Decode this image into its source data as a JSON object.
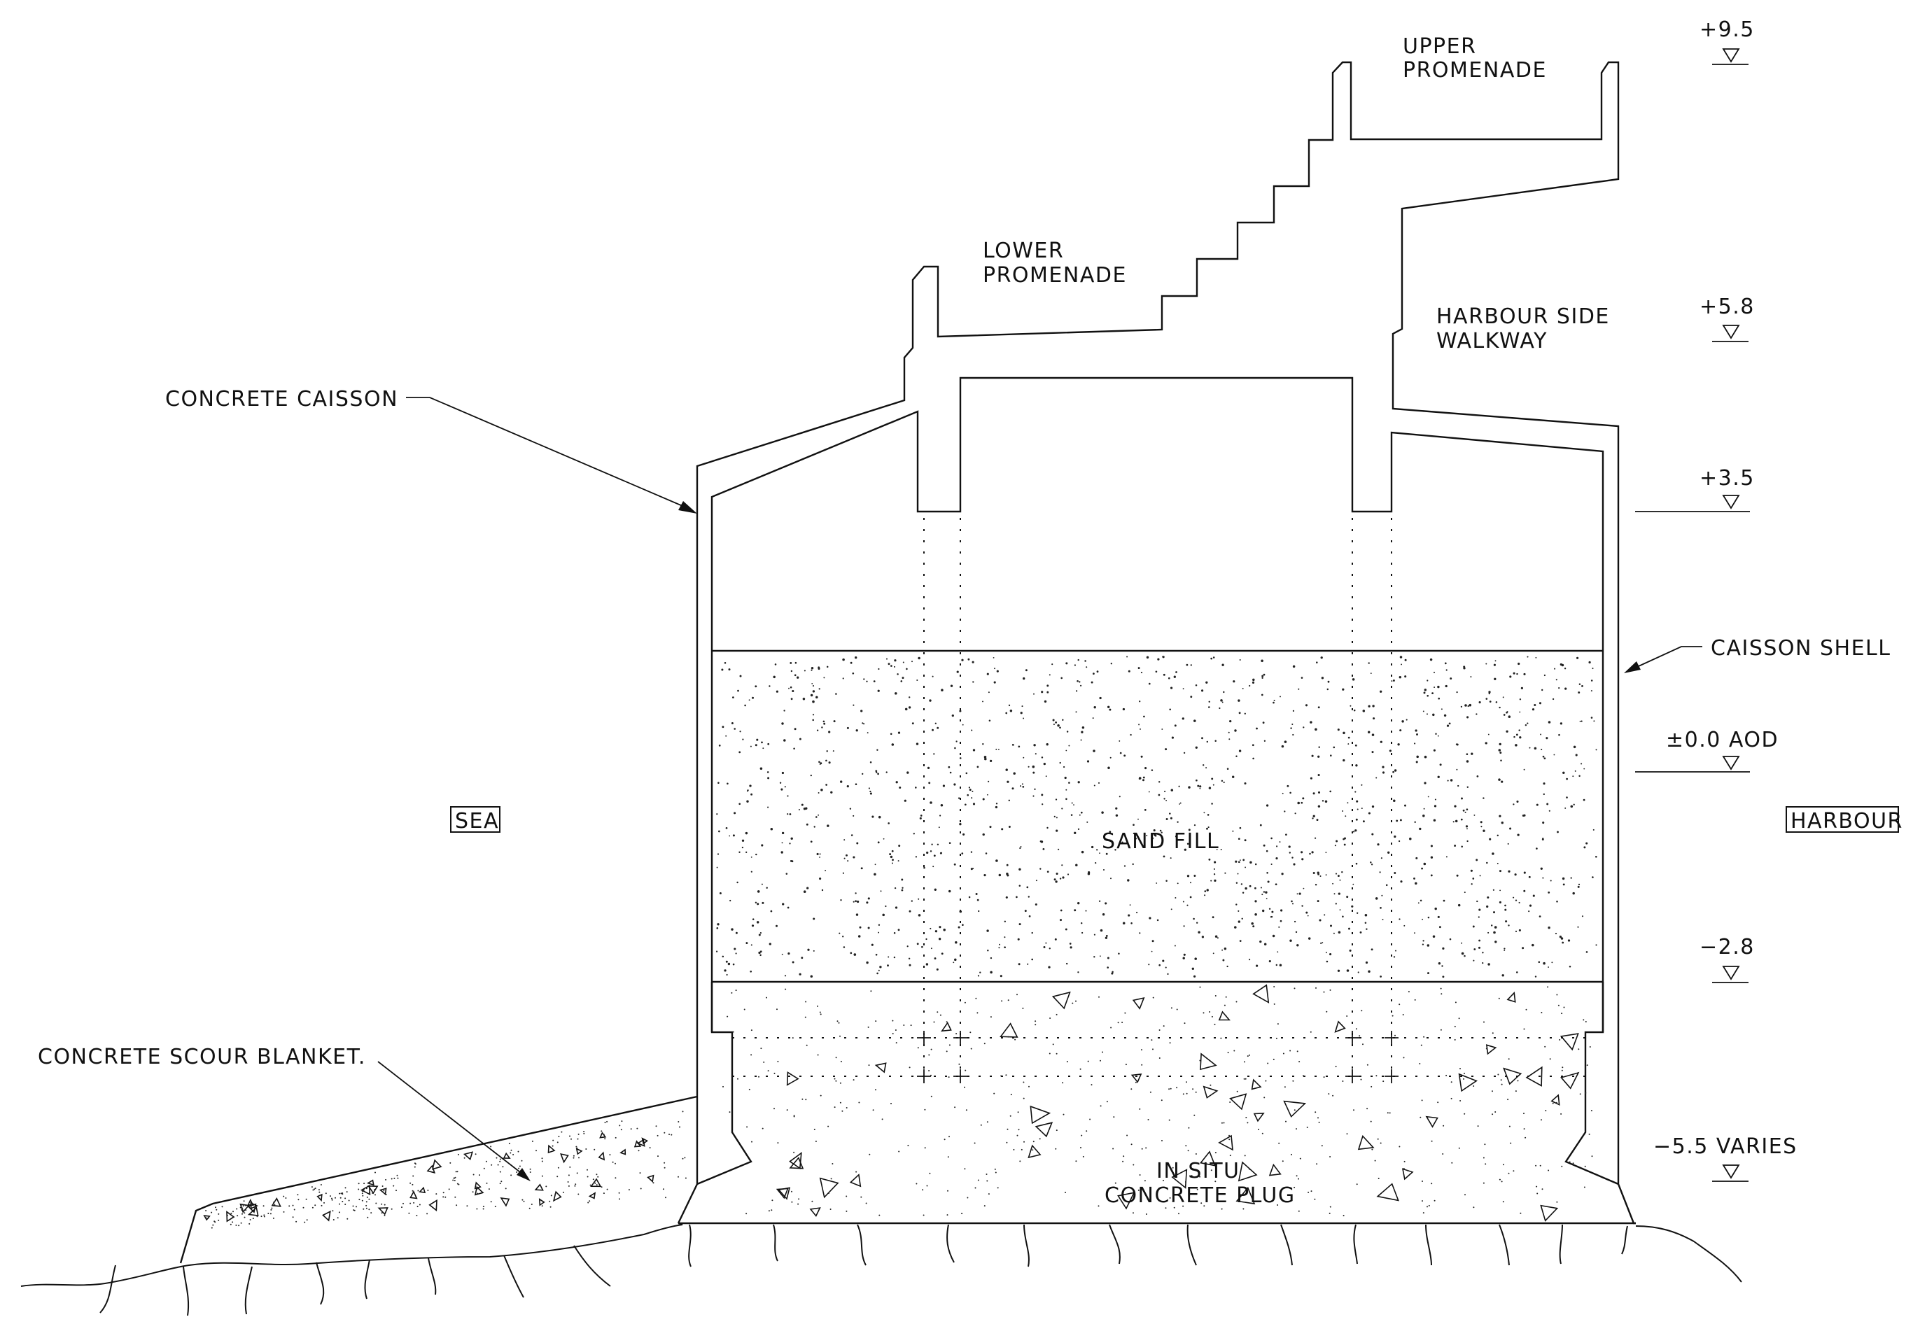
{
  "labels": {
    "upper_promenade_1": "UPPER",
    "upper_promenade_2": "PROMENADE",
    "lower_promenade_1": "LOWER",
    "lower_promenade_2": "PROMENADE",
    "harbour_walkway_1": "HARBOUR SIDE",
    "harbour_walkway_2": "WALKWAY",
    "concrete_caisson": "CONCRETE CAISSON",
    "caisson_shell": "CAISSON SHELL",
    "sea": "SEA",
    "harbour": "HARBOUR",
    "sand_fill": "SAND FILL",
    "scour_blanket": "CONCRETE SCOUR BLANKET.",
    "plug_1": "IN SITU",
    "plug_2": "CONCRETE PLUG"
  },
  "levels": {
    "l95": "+9.5",
    "l58": "+5.8",
    "l35": "+3.5",
    "l00": "±0.0 AOD",
    "lm28": "−2.8",
    "lm55": "−5.5 VARIES"
  }
}
